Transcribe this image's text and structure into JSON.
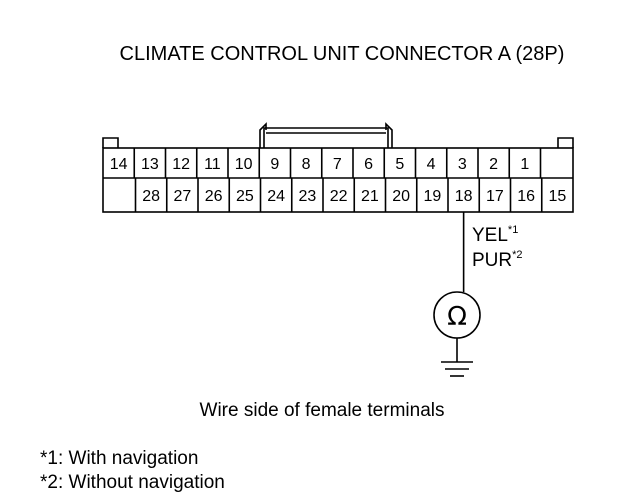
{
  "title": "CLIMATE CONTROL UNIT CONNECTOR A (28P)",
  "connector": {
    "top_row": [
      "14",
      "13",
      "12",
      "11",
      "10",
      "9",
      "8",
      "7",
      "6",
      "5",
      "4",
      "3",
      "2",
      "1"
    ],
    "bottom_row": [
      "28",
      "27",
      "26",
      "25",
      "24",
      "23",
      "22",
      "21",
      "20",
      "19",
      "18",
      "17",
      "16",
      "15"
    ],
    "probed_terminal": "18"
  },
  "wire_colors": [
    {
      "text": "YEL",
      "mark": "*1"
    },
    {
      "text": "PUR",
      "mark": "*2"
    }
  ],
  "meter_symbol": "Ω",
  "meter_icon": "ohmmeter-icon",
  "ground_icon": "ground-icon",
  "caption": "Wire side of female terminals",
  "notes": [
    "*1: With navigation",
    "*2: Without navigation"
  ]
}
